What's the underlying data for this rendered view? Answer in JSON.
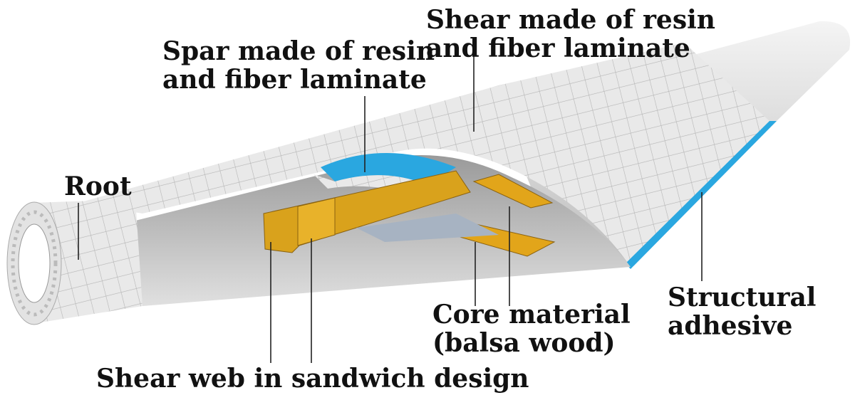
{
  "labels": {
    "shear": [
      "Shear made of resin",
      "and fiber laminate"
    ],
    "spar": [
      "Spar made of resin",
      "and fiber laminate"
    ],
    "root": "Root",
    "adhesive": [
      "Structural",
      "adhesive"
    ],
    "core": [
      "Core material",
      "(balsa wood)"
    ],
    "web": "Shear web in sandwich design"
  },
  "colors": {
    "shell": "#e6e6e6",
    "grid": "#b8b8b8",
    "adhesive": "#2aa7e0",
    "balsa": "#d9a21c",
    "interior": "#cfcfcf"
  }
}
